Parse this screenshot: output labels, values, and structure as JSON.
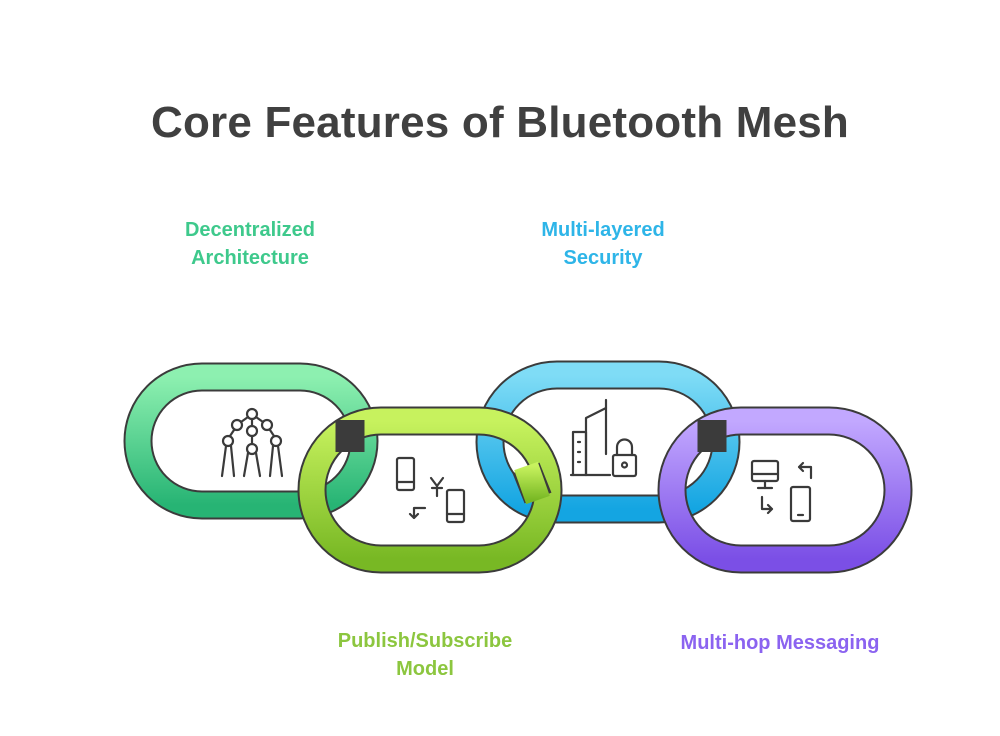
{
  "title": "Core Features of Bluetooth Mesh",
  "features": [
    {
      "lines": [
        "Decentralized",
        "Architecture"
      ],
      "color": "#3ec98c",
      "icon": "network-structure-icon"
    },
    {
      "lines": [
        "Publish/Subscribe",
        "Model"
      ],
      "color": "#8cc63f",
      "icon": "device-exchange-icon"
    },
    {
      "lines": [
        "Multi-layered",
        "Security"
      ],
      "color": "#2eb5e8",
      "icon": "secure-buildings-icon"
    },
    {
      "lines": [
        "Multi-hop Messaging"
      ],
      "color": "#8b63f0",
      "icon": "computer-phone-sync-icon"
    }
  ]
}
